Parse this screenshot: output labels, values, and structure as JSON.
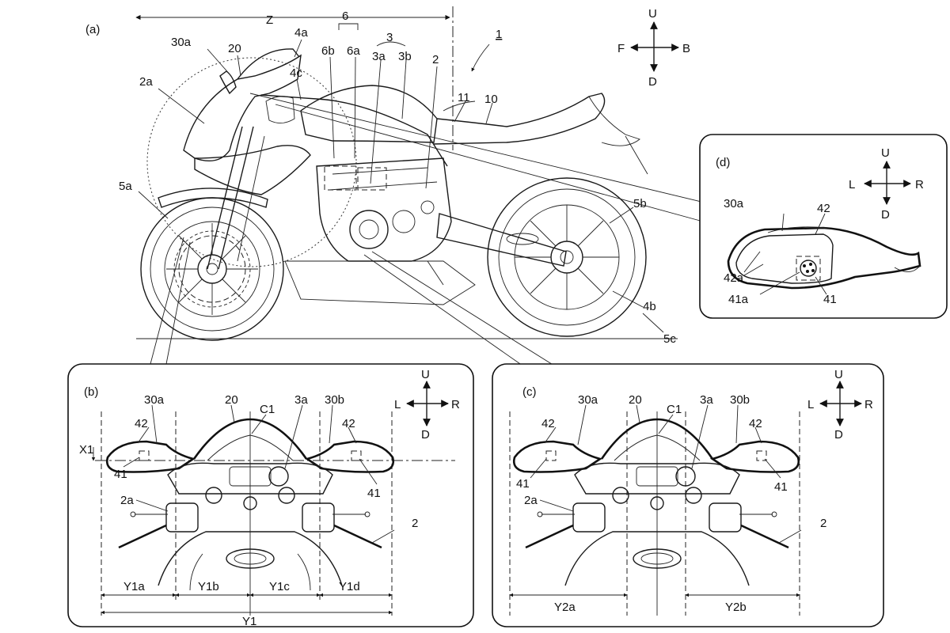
{
  "panels": {
    "a": "(a)",
    "b": "(b)",
    "c": "(c)",
    "d": "(d)"
  },
  "figure_ref": "1",
  "direction": {
    "up": "U",
    "down": "D",
    "front": "F",
    "back": "B",
    "left": "L",
    "right": "R"
  },
  "labels_a": {
    "z": "Z",
    "l30a": "30a",
    "l20": "20",
    "l4a": "4a",
    "l6": "6",
    "l6b": "6b",
    "l6a": "6a",
    "l3": "3",
    "l3a": "3a",
    "l3b": "3b",
    "l2": "2",
    "l2a": "2a",
    "l4c": "4c",
    "l11": "11",
    "l10": "10",
    "l5a": "5a",
    "l5b": "5b",
    "l4b": "4b",
    "l5c": "5c"
  },
  "labels_b": {
    "x1": "X1",
    "l30a": "30a",
    "l20": "20",
    "c1": "C1",
    "l3a": "3a",
    "l30b": "30b",
    "l42l": "42",
    "l42r": "42",
    "l41l": "41",
    "l41r": "41",
    "l2a": "2a",
    "l2": "2",
    "y1a": "Y1a",
    "y1b": "Y1b",
    "y1c": "Y1c",
    "y1d": "Y1d",
    "y1": "Y1"
  },
  "labels_c": {
    "l30a": "30a",
    "l20": "20",
    "c1": "C1",
    "l3a": "3a",
    "l30b": "30b",
    "l42l": "42",
    "l42r": "42",
    "l41l": "41",
    "l41r": "41",
    "l2a": "2a",
    "l2": "2",
    "y2a": "Y2a",
    "y2b": "Y2b"
  },
  "labels_d": {
    "l30a": "30a",
    "l42": "42",
    "l42a": "42a",
    "l41a": "41a",
    "l41": "41"
  }
}
